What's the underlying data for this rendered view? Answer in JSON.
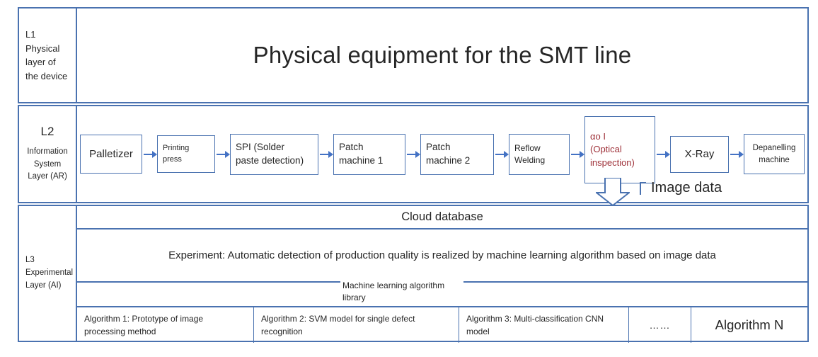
{
  "l1": {
    "side_label": "L1\nPhysical\nlayer of\nthe device",
    "title": "Physical equipment for the SMT line"
  },
  "l2": {
    "side_label_heading": "L2",
    "side_label_sub": "Information\nSystem\nLayer (AR)",
    "machines": [
      {
        "label": "Palletizer"
      },
      {
        "label": "Printing\npress"
      },
      {
        "label": "SPI (Solder\npaste detection)"
      },
      {
        "label": "Patch\nmachine 1"
      },
      {
        "label": "Patch\nmachine 2"
      },
      {
        "label": "Reflow\nWelding"
      },
      {
        "label": "αo I\n(Optical\ninspection)"
      },
      {
        "label": "X-Ray"
      },
      {
        "label": "Depanelling\nmachine"
      }
    ],
    "image_data_label": "Image data"
  },
  "l3": {
    "side_label": "L3\nExperimental\nLayer (AI)",
    "cloud_database": "Cloud database",
    "experiment": "Experiment: Automatic detection of production quality is realized by machine learning algorithm based on image data",
    "library": "Machine learning algorithm library",
    "algorithms": [
      {
        "label": "Algorithm 1: Prototype of image processing method"
      },
      {
        "label": "Algorithm 2: SVM model for single defect recognition"
      },
      {
        "label": "Algorithm 3: Multi-classification CNN model"
      },
      {
        "label": "……"
      },
      {
        "label": "Algorithm N"
      }
    ]
  },
  "colors": {
    "border": "#4a72b0",
    "arrow": "#4472c4",
    "highlight_text": "#9e3038",
    "text": "#262626"
  }
}
